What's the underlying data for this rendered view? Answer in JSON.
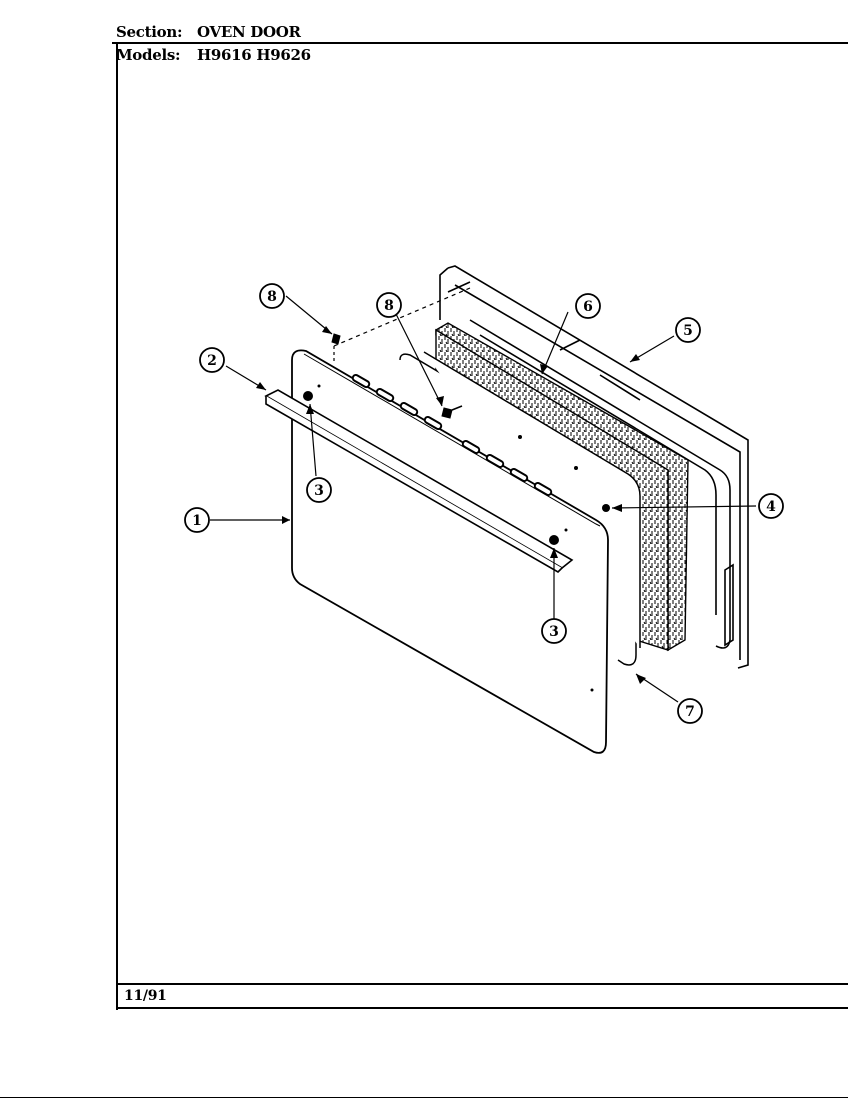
{
  "header": {
    "section_label": "Section:",
    "section_value": "OVEN DOOR",
    "models_label": "Models:",
    "models_value": "H9616  H9626"
  },
  "footer": {
    "date_code": "11/91"
  },
  "diagram": {
    "callouts": [
      "1",
      "2",
      "3",
      "3",
      "4",
      "5",
      "6",
      "7",
      "8",
      "8"
    ]
  }
}
